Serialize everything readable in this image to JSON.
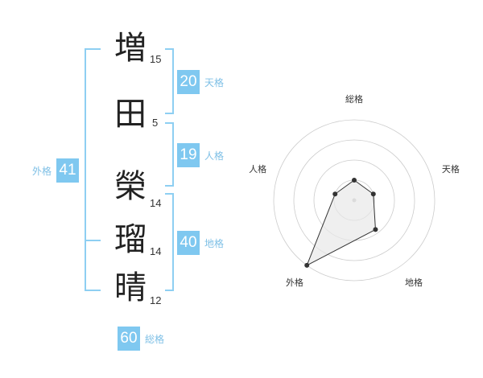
{
  "characters": [
    {
      "kanji": "増",
      "strokes": "15"
    },
    {
      "kanji": "田",
      "strokes": "5"
    },
    {
      "kanji": "榮",
      "strokes": "14"
    },
    {
      "kanji": "瑠",
      "strokes": "14"
    },
    {
      "kanji": "晴",
      "strokes": "12"
    }
  ],
  "fortunes": {
    "tenkaku": {
      "label": "天格",
      "value": "20"
    },
    "jinkaku": {
      "label": "人格",
      "value": "19"
    },
    "chikaku": {
      "label": "地格",
      "value": "40"
    },
    "gaikaku": {
      "label": "外格",
      "value": "41"
    },
    "soukaku": {
      "label": "総格",
      "value": "60"
    }
  },
  "chart_data": {
    "type": "radar",
    "categories": [
      "総格",
      "天格",
      "地格",
      "外格",
      "人格"
    ],
    "values": [
      0.25,
      0.25,
      0.45,
      1.0,
      0.25
    ],
    "range": [
      0,
      1
    ],
    "rings": 4,
    "colors": {
      "fill": "#e8e8e8",
      "line": "#333333",
      "grid": "#cccccc"
    }
  }
}
